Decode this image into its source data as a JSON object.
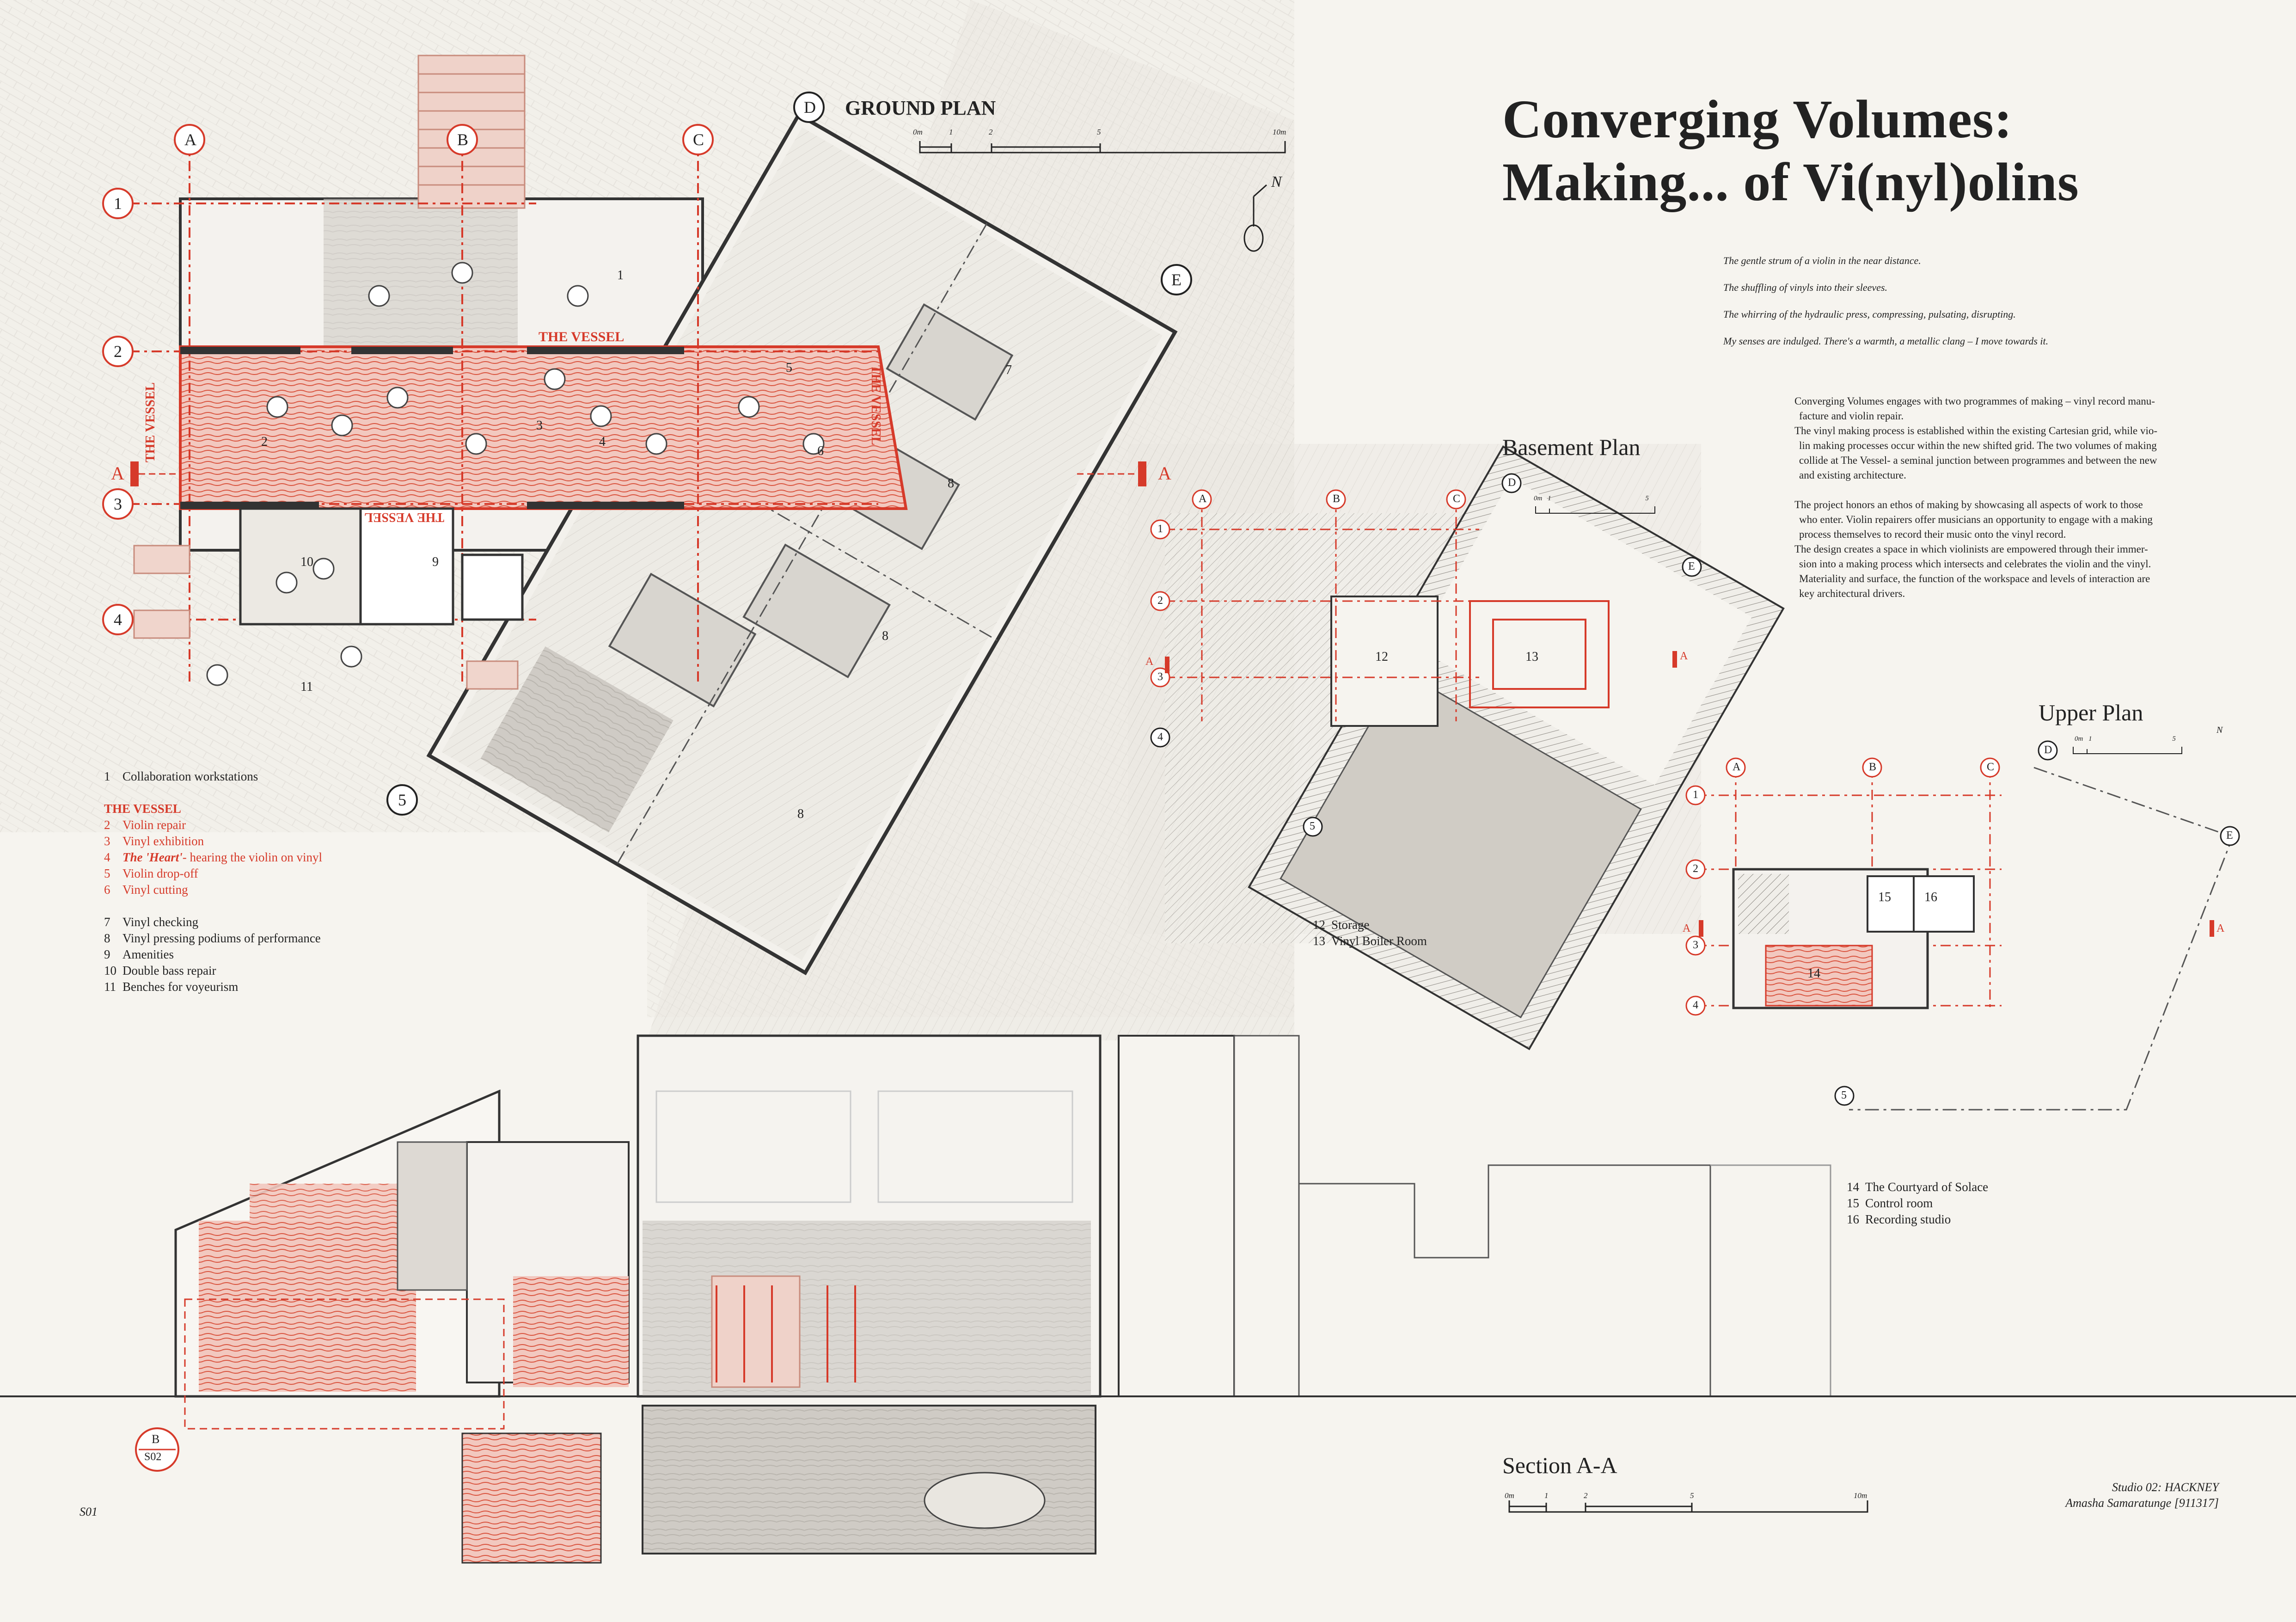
{
  "colors": {
    "accent": "#d63a2a",
    "ink": "#222222",
    "paper": "#f6f4ef",
    "hatch": "#b8b4ad"
  },
  "title": {
    "line1": "Converging Volumes:",
    "line2": "Making... of Vi(nyl)olins"
  },
  "poem": [
    "The gentle strum of a violin in the near distance.",
    "The shuffling of vinyls into their sleeves.",
    "The whirring of the hydraulic press, compressing, pulsating, disrupting.",
    "My senses are indulged. There's a warmth, a metallic clang – I move towards it."
  ],
  "description": {
    "p1": [
      "Converging Volumes engages with two programmes of making – vinyl record manu-",
      "facture and violin repair.",
      "The vinyl making process is established within the existing Cartesian grid, while vio-",
      "lin making processes occur within the new shifted grid. The two volumes of making",
      "collide at The Vessel- a seminal junction between programmes and between the new",
      "and existing architecture."
    ],
    "p2": [
      "The project honors an ethos of making by showcasing all aspects of work to those",
      "who enter. Violin repairers offer musicians an opportunity to engage with a making",
      "process themselves to record their music onto the vinyl record.",
      "The design creates a space in which violinists are empowered through their immer-",
      "sion into a making process which intersects and celebrates the violin and the vinyl.",
      "Materiality and surface, the function of the workspace and levels of interaction are",
      "key architectural drivers."
    ]
  },
  "ground_plan": {
    "title": "GROUND PLAN",
    "north": "N",
    "scale": [
      "0m",
      "1",
      "2",
      "5",
      "10m"
    ],
    "vessel_label": "THE VESSEL",
    "vessel_label_mirrored": "THE VESSEL",
    "grid_cols": [
      "A",
      "B",
      "C",
      "D",
      "E"
    ],
    "grid_rows": [
      "1",
      "2",
      "3",
      "4",
      "5"
    ],
    "section_marker": "A",
    "room_numbers": [
      "1",
      "2",
      "3",
      "4",
      "5",
      "6",
      "7",
      "8",
      "8",
      "8",
      "9",
      "10",
      "11"
    ]
  },
  "legend": {
    "item1": {
      "num": "1",
      "text": "Collaboration workstations"
    },
    "vessel_heading": "THE VESSEL",
    "vessel_items": [
      {
        "num": "2",
        "text": "Violin repair"
      },
      {
        "num": "3",
        "text": "Vinyl exhibition"
      },
      {
        "num": "4",
        "em": "The 'Heart'",
        "text": "- hearing the violin on vinyl"
      },
      {
        "num": "5",
        "text": "Violin drop-off"
      },
      {
        "num": "6",
        "text": "Vinyl cutting"
      }
    ],
    "other_items": [
      {
        "num": "7",
        "text": "Vinyl checking"
      },
      {
        "num": "8",
        "text": "Vinyl pressing podiums of performance"
      },
      {
        "num": "9",
        "text": "Amenities"
      },
      {
        "num": "10",
        "text": "Double bass repair"
      },
      {
        "num": "11",
        "text": "Benches for voyeurism"
      }
    ]
  },
  "basement_plan": {
    "title": "Basement Plan",
    "scale": [
      "0m",
      "1",
      "5"
    ],
    "grid_cols": [
      "A",
      "B",
      "C",
      "D",
      "E"
    ],
    "grid_rows": [
      "1",
      "2",
      "3",
      "4",
      "5"
    ],
    "section_marker": "A",
    "rooms": [
      "12",
      "13"
    ],
    "legend": [
      {
        "num": "12",
        "text": "Storage"
      },
      {
        "num": "13",
        "text": "Vinyl Boiler Room"
      }
    ]
  },
  "upper_plan": {
    "title": "Upper Plan",
    "north": "N",
    "scale": [
      "0m",
      "1",
      "5"
    ],
    "grid_cols": [
      "A",
      "B",
      "C",
      "D",
      "E"
    ],
    "grid_rows": [
      "1",
      "2",
      "3",
      "4",
      "5"
    ],
    "section_marker": "A",
    "rooms": [
      "14",
      "15",
      "16"
    ],
    "legend": [
      {
        "num": "14",
        "text": "The Courtyard of Solace"
      },
      {
        "num": "15",
        "text": "Control room"
      },
      {
        "num": "16",
        "text": "Recording studio"
      }
    ]
  },
  "section": {
    "title": "Section A-A",
    "scale": [
      "0m",
      "1",
      "2",
      "5",
      "10m"
    ],
    "callout_letter": "B",
    "callout_sheet": "S02"
  },
  "footer": {
    "sheet": "S01",
    "studio": "Studio 02: HACKNEY",
    "author": "Amasha Samaratunge [911317]"
  }
}
